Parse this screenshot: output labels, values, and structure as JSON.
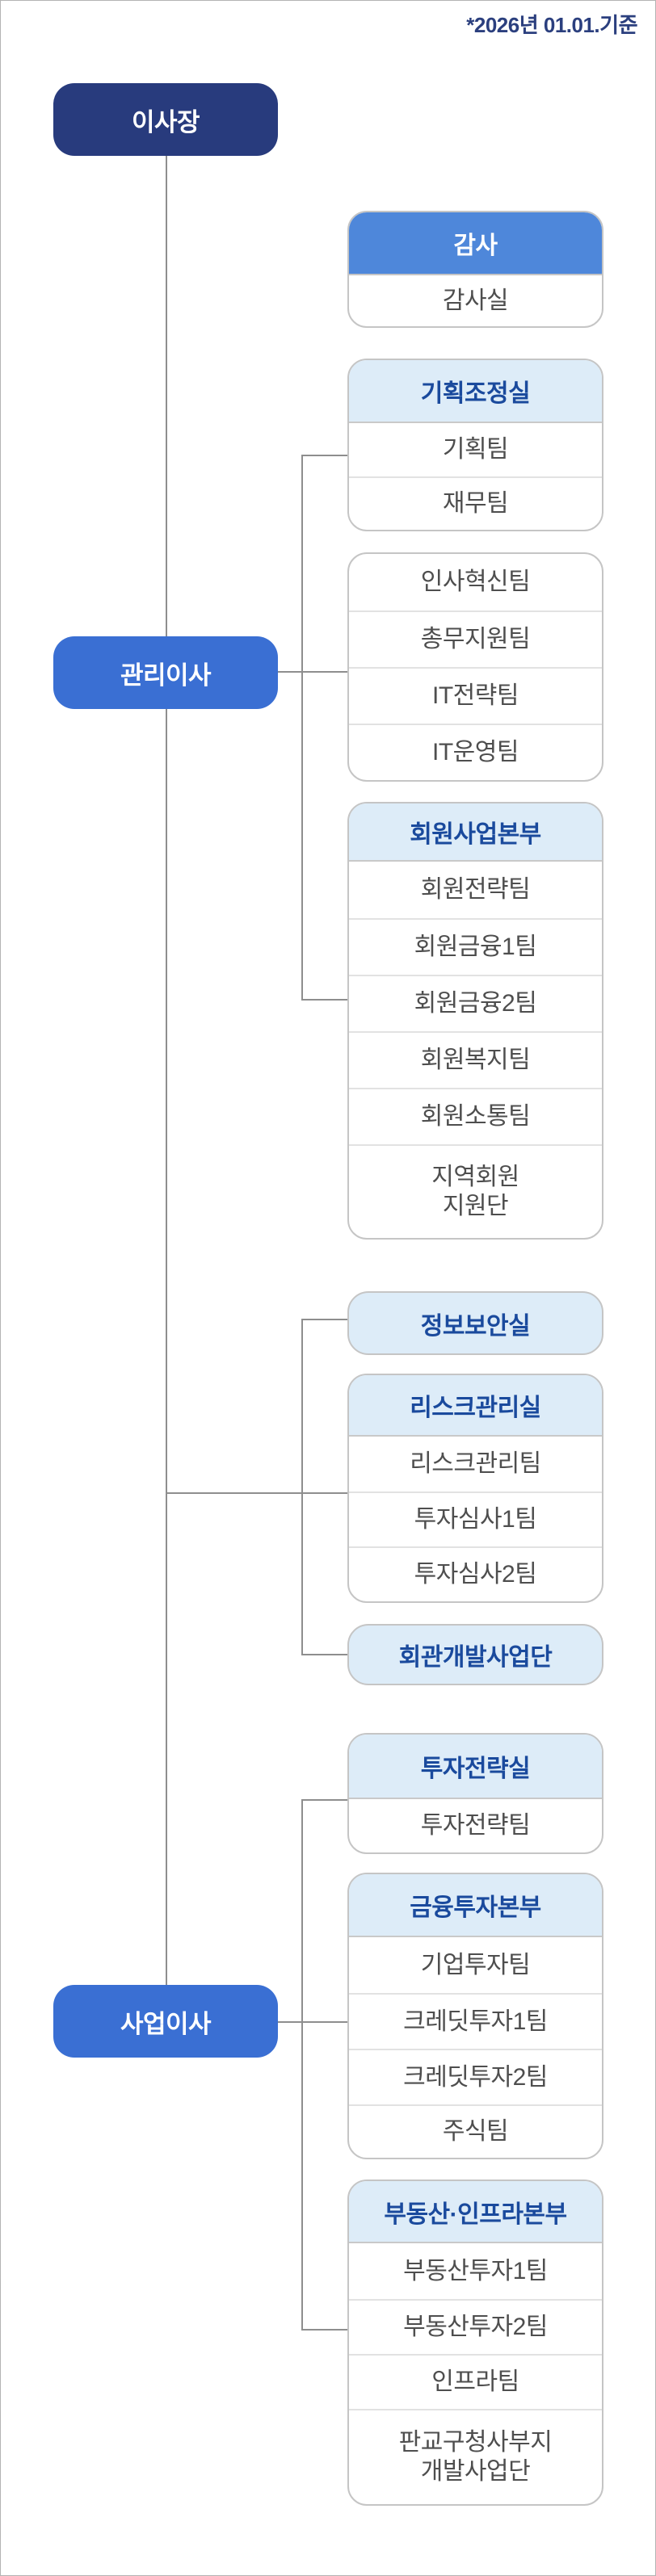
{
  "date_note": "*2026년 01.01.기준",
  "executives": {
    "chairman": "이사장",
    "managing_director": "관리이사",
    "business_director": "사업이사"
  },
  "audit": {
    "header": "감사",
    "rows": [
      "감사실"
    ]
  },
  "management": {
    "planning": {
      "header": "기획조정실",
      "rows": [
        "기획팀",
        "재무팀"
      ]
    },
    "admin_teams": {
      "rows": [
        "인사혁신팀",
        "총무지원팀",
        "IT전략팀",
        "IT운영팀"
      ]
    },
    "membership": {
      "header": "회원사업본부",
      "rows": [
        "회원전략팀",
        "회원금융1팀",
        "회원금융2팀",
        "회원복지팀",
        "회원소통팀",
        "지역회원\n지원단"
      ]
    }
  },
  "chairman_direct": {
    "infosec": {
      "label": "정보보안실"
    },
    "risk": {
      "header": "리스크관리실",
      "rows": [
        "리스크관리팀",
        "투자심사1팀",
        "투자심사2팀"
      ]
    },
    "hall_dev": {
      "label": "회관개발사업단"
    }
  },
  "business": {
    "invest_strategy": {
      "header": "투자전략실",
      "rows": [
        "투자전략팀"
      ]
    },
    "financial_invest": {
      "header": "금융투자본부",
      "rows": [
        "기업투자팀",
        "크레딧투자1팀",
        "크레딧투자2팀",
        "주식팀"
      ]
    },
    "realestate_infra": {
      "header": "부동산·인프라본부",
      "rows": [
        "부동산투자1팀",
        "부동산투자2팀",
        "인프라팀",
        "판교구청사부지\n개발사업단"
      ]
    }
  },
  "colors": {
    "navy": "#283b7d",
    "royal_blue": "#3a6fd3",
    "audit_blue": "#4e87da",
    "light_blue_header": "#ddecf8",
    "header_text": "#1a4a9d",
    "row_text": "#4e4e4e",
    "connector": "#8e8e8e",
    "box_border": "#c5c5c5"
  }
}
